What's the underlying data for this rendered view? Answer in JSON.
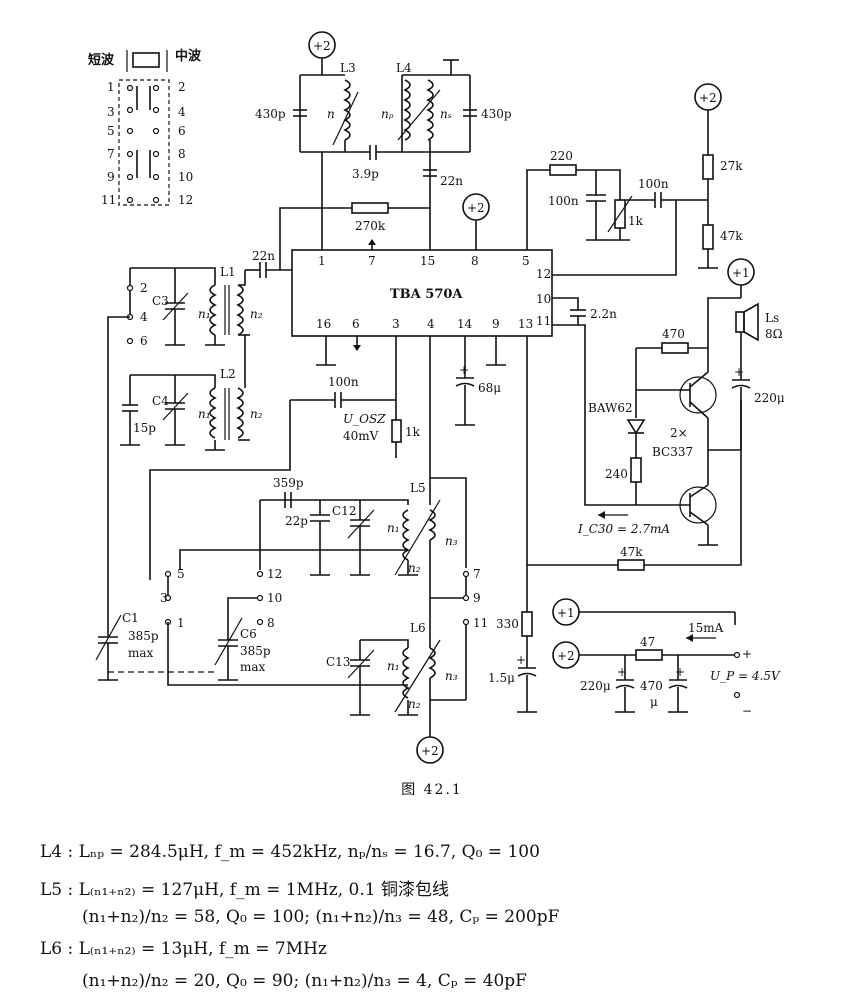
{
  "figure": {
    "caption": "图 42.1"
  },
  "labels": {
    "shortwave": "短波",
    "mediumwave": "中波",
    "switch_pins_left": [
      "1",
      "3",
      "5",
      "7",
      "9",
      "11"
    ],
    "switch_pins_right": [
      "2",
      "4",
      "6",
      "8",
      "10",
      "12"
    ],
    "supply2": "+2",
    "supply1": "+1",
    "ic_name": "TBA 570A",
    "ic_pins_top": [
      "1",
      "7",
      "15",
      "8",
      "5"
    ],
    "ic_pins_bottom": [
      "16",
      "6",
      "3",
      "4",
      "14",
      "9",
      "13"
    ],
    "ic_pins_right": [
      "12",
      "10",
      "11"
    ],
    "L1": "L1",
    "L2": "L2",
    "L3": "L3",
    "L4": "L4",
    "L5": "L5",
    "L6": "L6",
    "n1": "n₁",
    "n2": "n₂",
    "n3": "n₃",
    "n": "n",
    "np": "nₚ",
    "ns": "nₛ",
    "c430a": "430p",
    "c430b": "430p",
    "c39": "3.9p",
    "c22n_top": "22n",
    "r270k": "270k",
    "c22n_in": "22n",
    "r220": "220",
    "c100n_a": "100n",
    "p1k": "1k",
    "c100n_b": "100n",
    "r27k": "27k",
    "r47k_v": "47k",
    "c22n2": "2.2n",
    "r470": "470",
    "ls": "Ls",
    "ls_ohm": "8Ω",
    "c220u": "220μ",
    "baw62": "BAW62",
    "bc337_a": "2×",
    "bc337_b": "BC337",
    "r240": "240",
    "ic30": "I_C30 = 2.7mA",
    "c68u": "68μ",
    "c100n_osc": "100n",
    "uosz": "U_OSZ",
    "uosz_v": "40mV",
    "r1k": "1k",
    "c359p": "359p",
    "c22p": "22p",
    "c12": "C12",
    "c13": "C13",
    "C1": "C1",
    "C1_val": "385p",
    "C1_max": "max",
    "C6": "C6",
    "C6_val": "385p",
    "C6_max": "max",
    "C3": "C3",
    "C4": "C4",
    "c15p": "15p",
    "r47k_h": "47k",
    "r330": "330",
    "c15u": "1.5μ",
    "r47": "47",
    "i15ma": "15mA",
    "c220u_b": "220μ",
    "c470u": "470",
    "c470u_unit": "μ",
    "up": "U_P = 4.5V",
    "plus": "+",
    "minus": "−",
    "sw_pins_bottom": [
      "5",
      "3",
      "1",
      "12",
      "10",
      "8",
      "7",
      "9",
      "11"
    ],
    "sw2_pins": [
      "2",
      "4",
      "6"
    ]
  },
  "specs": [
    "L4 : Lₙₚ = 284.5μH, f_m = 452kHz, nₚ/nₛ = 16.7, Q₀ = 100",
    "L5 : L₍ₙ₁₊ₙ₂₎ = 127μH, f_m = 1MHz, 0.1 铜漆包线",
    "(n₁+n₂)/n₂ = 58, Q₀ = 100; (n₁+n₂)/n₃ = 48, Cₚ = 200pF",
    "L6 : L₍ₙ₁₊ₙ₂₎ = 13μH, f_m = 7MHz",
    "(n₁+n₂)/n₂ = 20, Q₀ = 90; (n₁+n₂)/n₃ = 4, Cₚ = 40pF"
  ]
}
